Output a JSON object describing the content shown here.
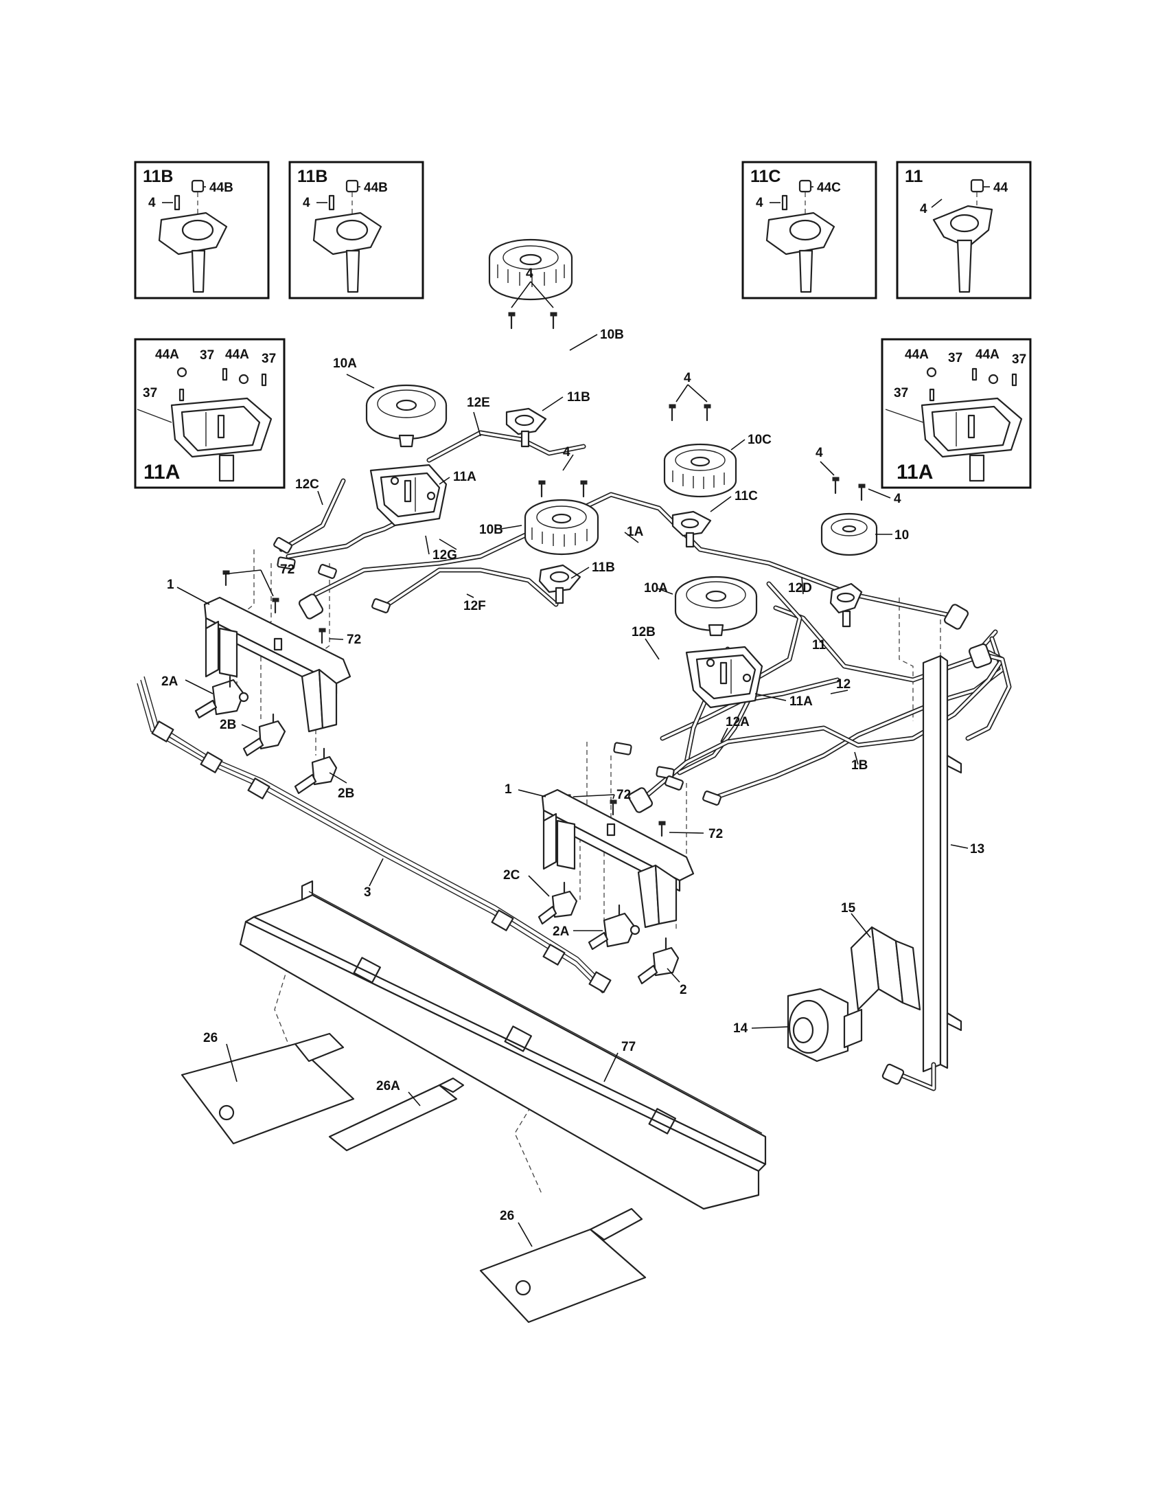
{
  "insets": [
    {
      "id": "inset-11b-left",
      "title": "11B",
      "labels": [
        "4",
        "44B"
      ]
    },
    {
      "id": "inset-11b-right",
      "title": "11B",
      "labels": [
        "4",
        "44B"
      ]
    },
    {
      "id": "inset-11c",
      "title": "11C",
      "labels": [
        "4",
        "44C"
      ]
    },
    {
      "id": "inset-11",
      "title": "11",
      "labels": [
        "4",
        "44"
      ]
    },
    {
      "id": "inset-11a-left",
      "title": "11A",
      "labels": [
        "44A",
        "37",
        "44A",
        "37",
        "37"
      ]
    },
    {
      "id": "inset-11a-right",
      "title": "11A",
      "labels": [
        "44A",
        "37",
        "44A",
        "37",
        "37"
      ]
    }
  ],
  "callouts": {
    "c4a": "4",
    "c10b_top": "10B",
    "c10a_left": "10A",
    "c12e": "12E",
    "c11b_top": "11B",
    "c4b": "4",
    "c10c": "10C",
    "c11c": "11C",
    "c4c": "4",
    "c4d": "4",
    "c10": "10",
    "c12c": "12C",
    "c11a_left": "11A",
    "c4e": "4",
    "c10b_mid": "10B",
    "c12g": "12G",
    "c1a": "1A",
    "c72a": "72",
    "c1_left": "1",
    "c11b_mid": "11B",
    "c12f": "12F",
    "c10a_mid": "10A",
    "c12d": "12D",
    "c11": "11",
    "c72b": "72",
    "c12b": "12B",
    "c11a_mid": "11A",
    "c12": "12",
    "c2a_left": "2A",
    "c12a": "12A",
    "c2b_a": "2B",
    "c1b": "1B",
    "c2b_b": "2B",
    "c72c": "72",
    "c1_mid": "1",
    "c72d": "72",
    "c13": "13",
    "c3": "3",
    "c2c": "2C",
    "c2a_mid": "2A",
    "c15": "15",
    "c2": "2",
    "c14": "14",
    "c26_left": "26",
    "c77": "77",
    "c26a": "26A",
    "c26_bottom": "26"
  }
}
